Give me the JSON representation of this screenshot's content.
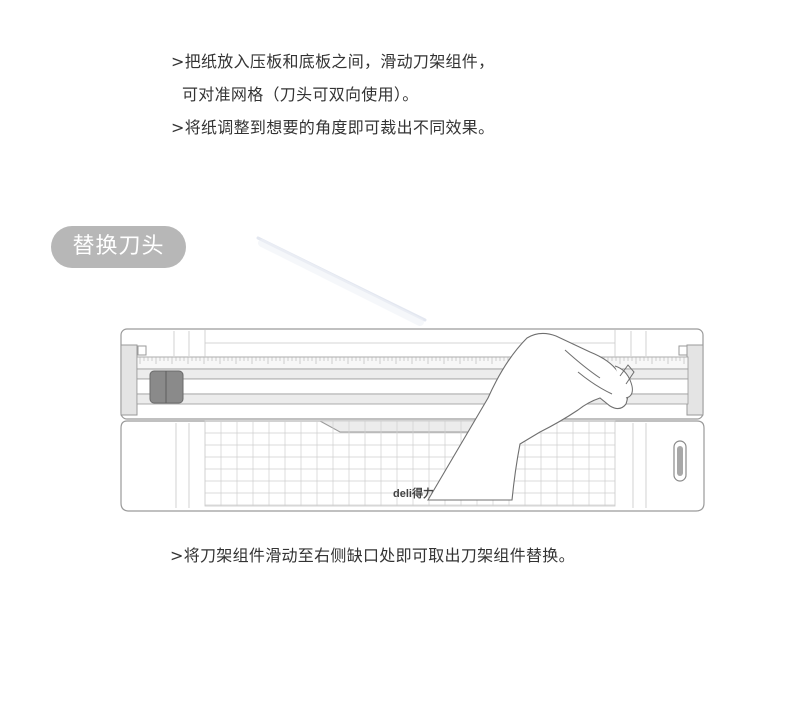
{
  "instructions": {
    "line1": ">把纸放入压板和底板之间，滑动刀架组件，",
    "line2": "可对准网格（刀头可双向使用）。",
    "line3": ">将纸调整到想要的角度即可裁出不同效果。",
    "line4": ">将刀架组件滑动至右侧缺口处即可取出刀架组件替换。"
  },
  "section": {
    "title": "替换刀头"
  },
  "product": {
    "brand": "deli得力"
  },
  "colors": {
    "pill_bg": "#b7b7b7",
    "outline": "#9a9a9a",
    "blade_handle": "#8a8a8a"
  }
}
